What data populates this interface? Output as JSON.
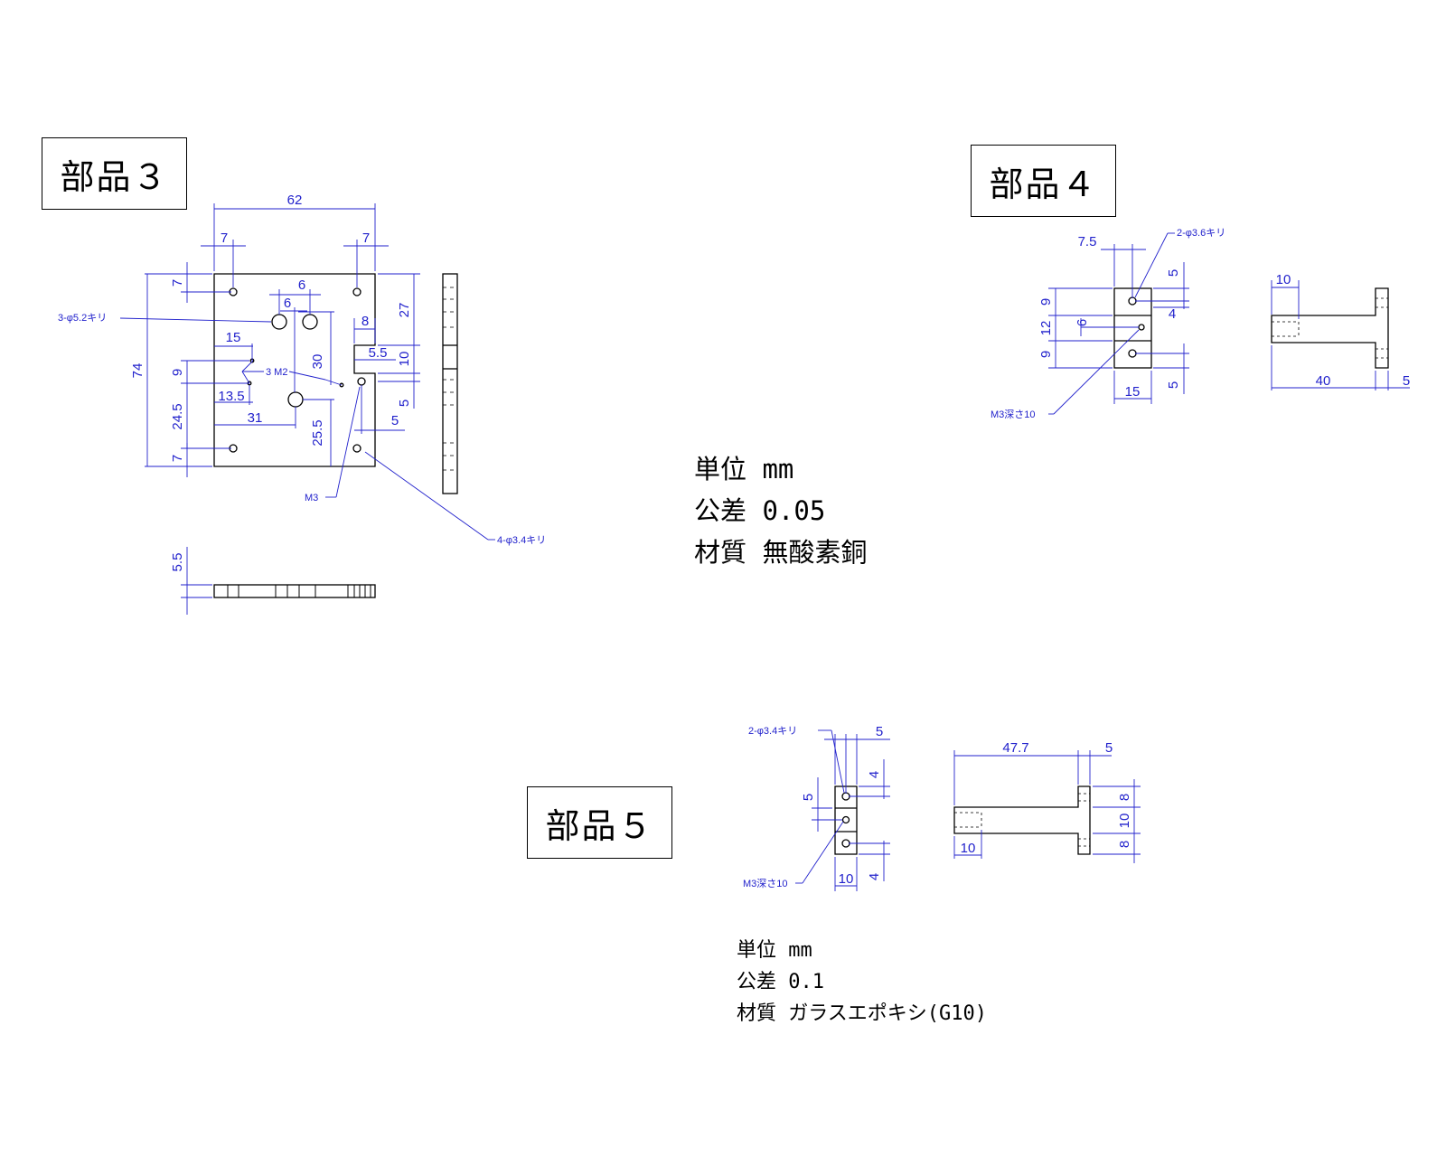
{
  "parts": {
    "p3": {
      "title": "部品３",
      "dims": {
        "d62": "62",
        "d7a": "7",
        "d7b": "7",
        "d6a": "6",
        "d6b": "6",
        "d15": "15",
        "d8": "8",
        "d55a": "5.5",
        "d10": "10",
        "d27": "27",
        "d30": "30",
        "d74": "74",
        "d7c": "7",
        "d9": "9",
        "d135": "13.5",
        "d245": "24.5",
        "d31": "31",
        "d255": "25.5",
        "d5a": "5",
        "d5b": "5",
        "d7d": "7",
        "d55b": "5.5"
      },
      "notes": {
        "drill52": "3-φ5.2キリ",
        "m2": "3 M2",
        "m3": "M3",
        "drill34": "4-φ3.4キリ"
      }
    },
    "p4": {
      "title": "部品４",
      "dims": {
        "d75": "7.5",
        "d5a": "5",
        "d9a": "9",
        "d4": "4",
        "d12": "12",
        "d6": "6",
        "d9b": "9",
        "d15": "15",
        "d5b": "5",
        "d10": "10",
        "d40": "40",
        "d5c": "5"
      },
      "notes": {
        "drill36": "2-φ3.6キリ",
        "m3": "M3深さ10"
      }
    },
    "p5": {
      "title": "部品５",
      "dims": {
        "d5a": "5",
        "d4a": "4",
        "d5b": "5",
        "d4b": "4",
        "d10a": "10",
        "d477": "47.7",
        "d5c": "5",
        "d8a": "8",
        "d10b": "10",
        "d8b": "8",
        "d10c": "10"
      },
      "notes": {
        "drill34": "2-φ3.4キリ",
        "m3": "M3深さ10"
      }
    }
  },
  "spec_p4": {
    "unit": "単位 mm",
    "tolerance": "公差 0.05",
    "material": "材質 無酸素銅"
  },
  "spec_p5": {
    "unit": "単位 mm",
    "tolerance": "公差 0.1",
    "material": "材質 ガラスエポキシ(G10)"
  },
  "colors": {
    "outline": "#000000",
    "dimension": "#2222cc"
  }
}
